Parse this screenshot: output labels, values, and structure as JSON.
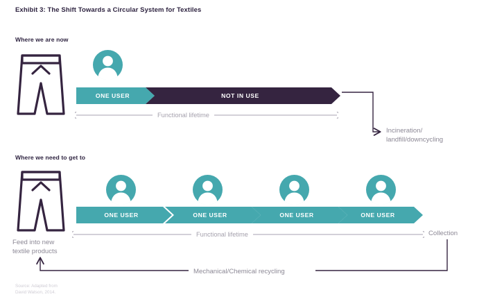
{
  "title": "Exhibit 3: The Shift Towards a Circular System for Textiles",
  "sections": {
    "now": {
      "heading": "Where we are now",
      "bar": {
        "segments": [
          {
            "label": "ONE USER",
            "color": "#45a8ae"
          },
          {
            "label": "NOT IN USE",
            "color": "#352440"
          }
        ]
      },
      "ruler_label": "Functional lifetime",
      "outflow_label": "Incineration/\nlandfill/downcycling",
      "outflow_line1": "Incineration/",
      "outflow_line2": "landfill/downcycling",
      "avatars": 1
    },
    "future": {
      "heading": "Where we need to get to",
      "bar": {
        "segments": [
          {
            "label": "ONE USER",
            "color": "#45a8ae"
          },
          {
            "label": "ONE USER",
            "color": "#45a8ae"
          },
          {
            "label": "ONE USER",
            "color": "#45a8ae"
          },
          {
            "label": "ONE USER",
            "color": "#45a8ae"
          }
        ]
      },
      "ruler_label": "Functional lifetime",
      "collection_label": "Collection",
      "recycling_label": "Mechanical/Chemical recycling",
      "feed_line1": "Feed into new",
      "feed_line2": "textile products",
      "avatars": 4
    }
  },
  "source": {
    "line1": "Source: Adapted from",
    "line2": "David Watson, 2014."
  },
  "colors": {
    "teal": "#45a8ae",
    "dark_purple": "#352440",
    "ruler_grey": "#b9b5c0",
    "label_grey": "#8c8895",
    "source_grey": "#cfccd4"
  }
}
